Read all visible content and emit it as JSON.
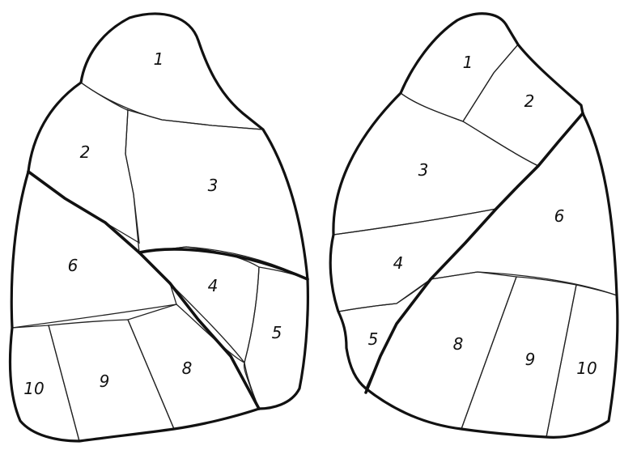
{
  "left_lung": {
    "segments": [
      {
        "number": "1",
        "pattern": "crosshatch"
      },
      {
        "number": "2",
        "pattern": "fine-dots"
      },
      {
        "number": "3",
        "pattern": "horizontal-lines"
      },
      {
        "number": "4",
        "pattern": "diagonal-lines"
      },
      {
        "number": "5",
        "pattern": "vertical-lines"
      },
      {
        "number": "6",
        "pattern": "vertical-lines"
      },
      {
        "number": "8",
        "pattern": "coarse-dots"
      },
      {
        "number": "9",
        "pattern": "horizontal-lines"
      },
      {
        "number": "10",
        "pattern": "dense-stipple"
      }
    ]
  },
  "right_lung": {
    "segments": [
      {
        "number": "1",
        "pattern": "crosshatch"
      },
      {
        "number": "2",
        "pattern": "fine-dots"
      },
      {
        "number": "3",
        "pattern": "horizontal-lines"
      },
      {
        "number": "4",
        "pattern": "diagonal-lines"
      },
      {
        "number": "5",
        "pattern": "vertical-lines"
      },
      {
        "number": "6",
        "pattern": "vertical-lines"
      },
      {
        "number": "8",
        "pattern": "coarse-dots"
      },
      {
        "number": "9",
        "pattern": "horizontal-lines"
      },
      {
        "number": "10",
        "pattern": "dense-stipple"
      }
    ]
  }
}
